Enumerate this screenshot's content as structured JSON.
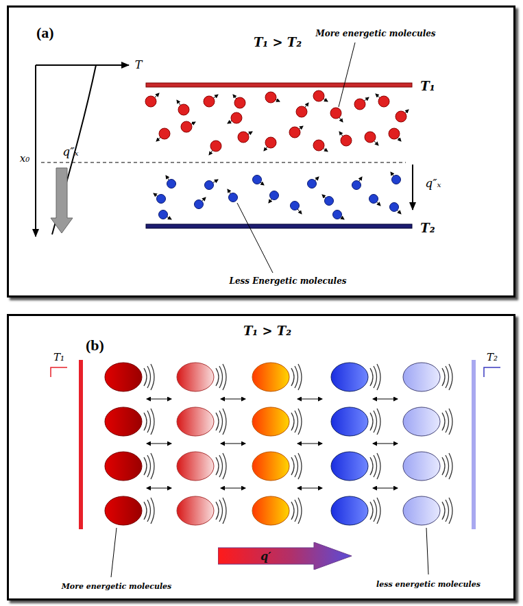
{
  "diagram": {
    "nodes": [
      {
        "text": [
          "(a)"
        ]
      },
      {
        "text": [
          "(b)"
        ]
      },
      {
        "text": [
          "q′"
        ],
        "in": 1
      }
    ],
    "labels": [
      "T₁ > T₂",
      "More energetic molecules",
      "T",
      "T₁",
      "x₀",
      "q″ₓ",
      "q″ₓ",
      "T₂",
      "Less Energetic molecules",
      "T₁ > T₂",
      "T₁",
      "T₂",
      "More energetic molecules",
      "less energetic molecules"
    ]
  }
}
